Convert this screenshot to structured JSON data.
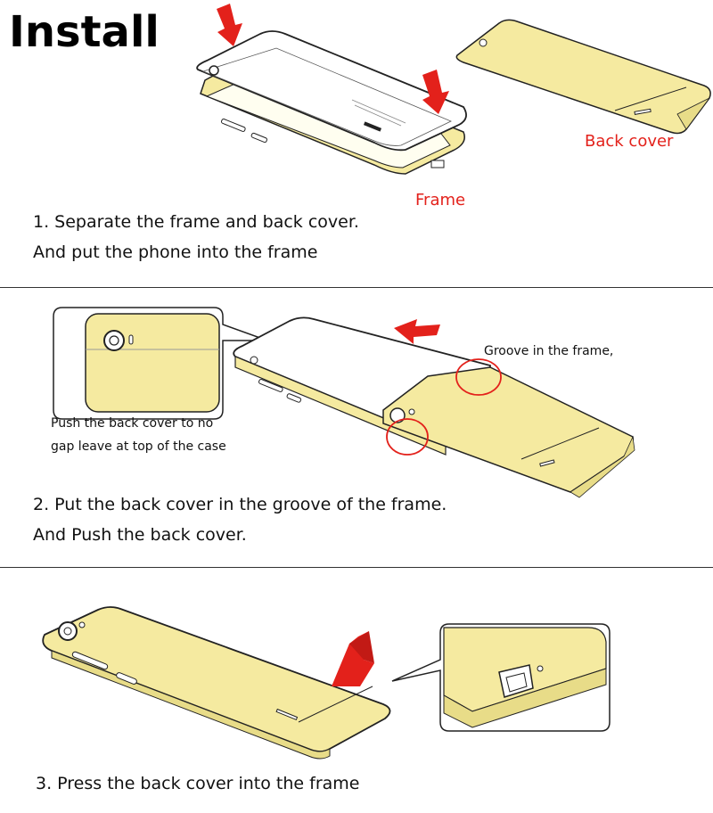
{
  "title": "Install",
  "steps": [
    {
      "line1": "1. Separate the frame and back cover.",
      "line2": "And put the phone into the frame"
    },
    {
      "line1": "2. Put the back cover in the groove of the frame.",
      "line2": "And Push the back cover."
    },
    {
      "line1": "3. Press the back cover into the frame"
    }
  ],
  "labels": {
    "frame": "Frame",
    "back_cover": "Back cover",
    "groove": "Groove in the frame,",
    "push_note_1": "Push the back cover to no",
    "push_note_2": "gap leave at top of the case"
  },
  "colors": {
    "cover": "#f5eaa0",
    "arrow": "#e3211b",
    "outline": "#222222"
  }
}
